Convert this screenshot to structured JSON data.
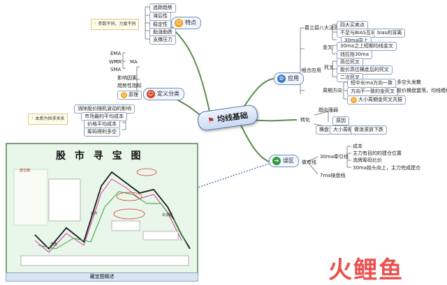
{
  "central": {
    "label": "均线基础",
    "icon": "flag-icon"
  },
  "left_top": {
    "node": {
      "label": "特点",
      "icon": "smiley-icon"
    },
    "children": [
      "追踪趋势",
      "滞后性",
      "稳定性",
      "助涨助跌",
      "支撑压力"
    ],
    "note": "参数不同，力度不同"
  },
  "left_mid": {
    "node": {
      "label": "定义分类",
      "icon": "smiley-icon"
    },
    "sub": {
      "types": [
        "EMA",
        "WMA",
        "SMA",
        "MA"
      ],
      "influence": "影响因素",
      "trend_indicator": "趋势性指标",
      "essence": "原理",
      "essence_items": [
        "消除股价随机波动的影响",
        "市场最的平均成本",
        "价格平均成本",
        "筹码得利多空"
      ],
      "note": "本质为供求关系"
    }
  },
  "right_top": {
    "node": {
      "label": "应用",
      "icon": "gear-icon"
    },
    "groups": [
      {
        "label": "葛兰碧八大法则",
        "items": [
          "四大买卖点",
          "不足与BIAS互补",
          "bias的背离",
          "30ma向上"
        ]
      },
      {
        "label": "金叉",
        "items": [
          "30ma之上短期均线金叉",
          "钱拉抬30ma"
        ]
      },
      {
        "label": "死叉",
        "items": [
          "高位死叉",
          "股价高位横走后的死叉",
          "二次死叉"
        ]
      },
      {
        "label": "周期方向",
        "items": [
          "短中长ma方向一致",
          "多空头发散",
          "方向不一致的金死叉",
          "股价横盘震荡，均线缠绕",
          "大小周期金死叉共振"
        ]
      }
    ],
    "application_label": "组合应用"
  },
  "right_mid": {
    "transform": "转化",
    "trend": "趋向强弱",
    "principle": "原因",
    "items": [
      "横盘",
      "大小周期",
      "做泼滚放下跌"
    ]
  },
  "right_bottom": {
    "node": {
      "label": "误区",
      "icon": "arrow-icon"
    },
    "fund_line": "做市线",
    "items30": {
      "label": "30ma牵引线",
      "items": [
        "成本",
        "主力有目的的建仓位置",
        "洗牌筹码比价",
        "30ma抬头向上，主力完成建仓"
      ]
    },
    "items7": "7ma操盘线"
  },
  "chart": {
    "title": "股 市 寻 宝 图",
    "caption": "藏宝图概述",
    "phases": [
      "建仓期",
      "洗盘",
      "拉升",
      "出货期"
    ]
  },
  "watermark": "火鲤鱼",
  "colors": {
    "node_border": "#6f8db8",
    "link": "#4a7a3a",
    "accent": "#e8322e",
    "panel_bg": "#e9f6ea"
  }
}
